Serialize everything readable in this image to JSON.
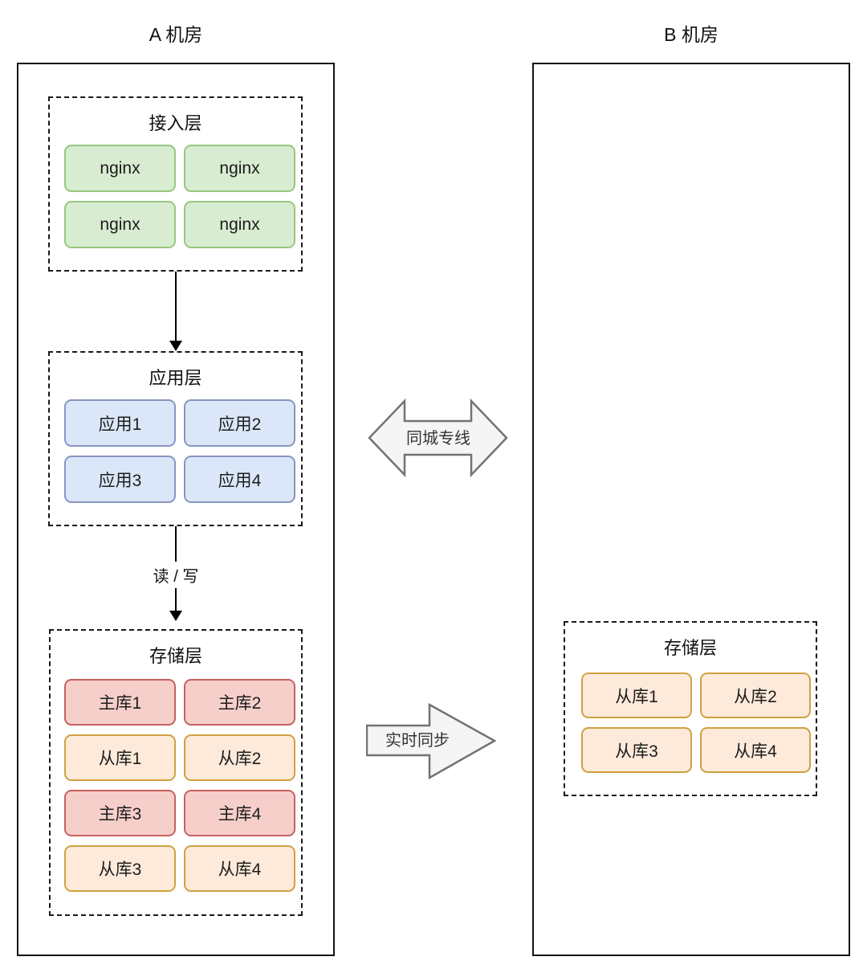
{
  "datacenter_a": {
    "title": "A 机房",
    "access_layer": {
      "label": "接入层",
      "nodes": [
        {
          "label": "nginx"
        },
        {
          "label": "nginx"
        },
        {
          "label": "nginx"
        },
        {
          "label": "nginx"
        }
      ]
    },
    "app_layer": {
      "label": "应用层",
      "nodes": [
        {
          "label": "应用1"
        },
        {
          "label": "应用2"
        },
        {
          "label": "应用3"
        },
        {
          "label": "应用4"
        }
      ]
    },
    "read_write_label": "读 / 写",
    "storage_layer": {
      "label": "存储层",
      "nodes": [
        {
          "label": "主库1",
          "role": "master"
        },
        {
          "label": "主库2",
          "role": "master"
        },
        {
          "label": "从库1",
          "role": "slave"
        },
        {
          "label": "从库2",
          "role": "slave"
        },
        {
          "label": "主库3",
          "role": "master"
        },
        {
          "label": "主库4",
          "role": "master"
        },
        {
          "label": "从库3",
          "role": "slave"
        },
        {
          "label": "从库4",
          "role": "slave"
        }
      ]
    }
  },
  "datacenter_b": {
    "title": "B 机房",
    "storage_layer": {
      "label": "存储层",
      "nodes": [
        {
          "label": "从库1",
          "role": "slave"
        },
        {
          "label": "从库2",
          "role": "slave"
        },
        {
          "label": "从库3",
          "role": "slave"
        },
        {
          "label": "从库4",
          "role": "slave"
        }
      ]
    }
  },
  "connections": {
    "city_link_label": "同城专线",
    "realtime_sync_label": "实时同步"
  },
  "colors": {
    "nginx_fill": "#d8ecd2",
    "nginx_stroke": "#97c77f",
    "app_fill": "#dbe7f8",
    "app_stroke": "#8696c0",
    "master_fill": "#f6cfcb",
    "master_stroke": "#c4625e",
    "slave_fill": "#fdeada",
    "slave_stroke": "#d0a041",
    "arrow_fill": "#f5f5f5",
    "arrow_stroke": "#737373",
    "line_color": "#000000"
  }
}
